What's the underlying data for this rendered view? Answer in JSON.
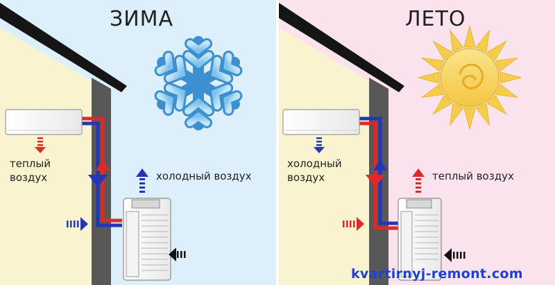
{
  "panels": {
    "winter": {
      "title": "ЗИМА",
      "indoor_label": "теплый\nвоздух",
      "outdoor_label": "холодный воздух"
    },
    "summer": {
      "title": "ЛЕТО",
      "indoor_label": "холодный\nвоздух",
      "outdoor_label": "теплый воздух"
    }
  },
  "watermark": "kvartirnyj-remont.com",
  "colors": {
    "wall_inner": "#f9f4cf",
    "winter_sky": "#dceffa",
    "summer_sky": "#fbe3ee",
    "pipe_hot": "#e32626",
    "pipe_cold": "#2436b8",
    "snow": "#9fd3f1",
    "sun": "#f6d561"
  },
  "icons": [
    "snowflake-icon",
    "sun-icon",
    "indoor-unit",
    "outdoor-unit",
    "arrow-icon"
  ]
}
